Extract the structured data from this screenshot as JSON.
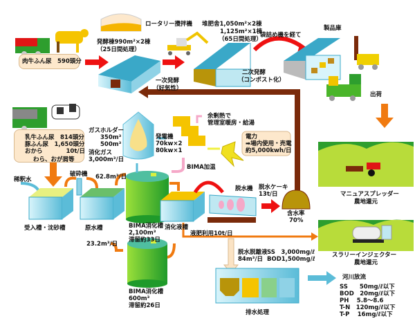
{
  "beef": {
    "label": "肉牛ふん尿　590頭分"
  },
  "fermentation_building": {
    "spec": "発酵棟990m²×2棟",
    "duration": "（25日間処理）",
    "mixer": "ロータリー攪拌機",
    "stage": "一次発酵",
    "stage_note": "（好気性）"
  },
  "compost_house": {
    "line1": "堆肥舎1,050m²×2棟",
    "line2": "1,125m²×1棟",
    "line3": "（65日間処理）",
    "stage": "二次発酵",
    "stage_note": "（コンポスト化）"
  },
  "bagging": {
    "label": "袋詰め機を経て"
  },
  "product_store": {
    "label": "製品庫",
    "shipping": "出荷"
  },
  "dairy": {
    "line1": "乳牛ふん尿　814頭分",
    "line2": "豚ふん尿　1,650頭分",
    "line3": "おから　　　　10t/日",
    "line4": "わら、おが屑等"
  },
  "dilution_water": "稀釈水",
  "crusher": "破砕機",
  "receiving_tank": "受入槽・沈砂槽",
  "raw_water_tank": "原水槽",
  "flow_main": "62.8m³/日",
  "flow_sub": "23.2m³/日",
  "gas_holder": {
    "title": "ガスホルダー",
    "cap1": "350m³",
    "cap2": "500m³",
    "gas_label": "消化ガス",
    "gas_volume": "3,000m³/日"
  },
  "generator": {
    "title": "発電機",
    "spec1": "70kw×2",
    "spec2": "80kw×1"
  },
  "waste_heat": {
    "line1": "余剰熱で",
    "line2": "管理室暖房・給湯"
  },
  "power": {
    "title": "電力",
    "use": "➡場内使用・売電",
    "amount": "約5,000kwh/日"
  },
  "heating": "BIMA加温",
  "digester_main": {
    "name": "BIMA消化槽",
    "volume": "2,100m³",
    "retention": "滞留約33日"
  },
  "digester_sub": {
    "name": "BIMA消化槽",
    "volume": "600m³",
    "retention": "滞留約26日"
  },
  "digestate_tank": "消化液槽",
  "dewaterer": "脱水機",
  "cake": {
    "label": "脱水ケーキ",
    "amount": "13t/日",
    "moisture_label": "含水率",
    "moisture": "70%"
  },
  "liquid_fertilizer": "液肥利用10t/日",
  "spreader": {
    "name": "マニュアスプレッダー",
    "use": "農地還元"
  },
  "injector": {
    "name": "スラリーインジェクター",
    "use": "農地還元"
  },
  "filtrate": {
    "name": "脱水脱離液",
    "volume": "84m³/日",
    "ss": "SS　3,000mg/ℓ",
    "bod": "BOD1,500mg/ℓ"
  },
  "wastewater": "排水処理",
  "discharge": {
    "title": "河川放流",
    "items": [
      "SS　　50mg/ℓ以下",
      "BOD　20mg/ℓ以下",
      "PH　 5.8～8.6",
      "T-N　120mg/ℓ以下",
      "T-P　 16mg/ℓ以下"
    ]
  },
  "colors": {
    "red_arrow": "#ee1111",
    "orange_arrow": "#f07a10",
    "brown_arrow": "#7a2a0a",
    "blue_arrow": "#5bbcd8",
    "tank_green": "#5cbf2a",
    "tank_blue": "#9fdcec"
  }
}
